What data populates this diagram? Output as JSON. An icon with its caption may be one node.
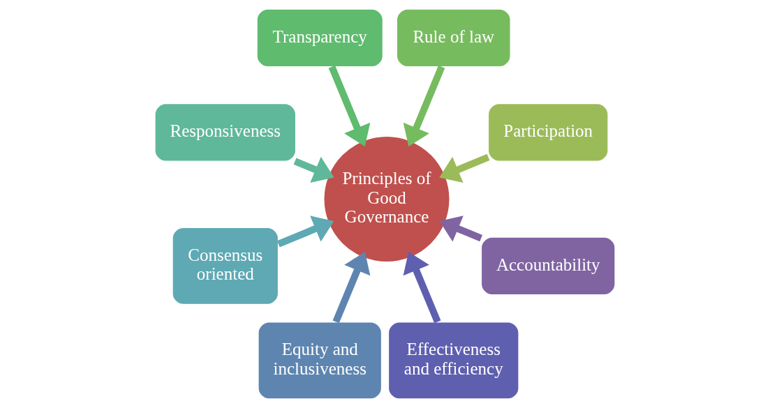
{
  "diagram": {
    "nodes": [
      {
        "text": [
          "Participation"
        ]
      },
      {
        "text": [
          "Rule of law"
        ]
      },
      {
        "text": [
          "Transparency"
        ]
      },
      {
        "text": [
          "Responsiveness"
        ]
      },
      {
        "text": [
          "Consensus oriented"
        ]
      },
      {
        "text": [
          "Equity and inclusiveness"
        ]
      },
      {
        "text": [
          "Effectiveness and efficiency"
        ]
      },
      {
        "text": [
          "Accountability"
        ]
      },
      {
        "text": [
          "Principles of Good Governance"
        ]
      }
    ],
    "edges": [
      {
        "from": 0,
        "to": 8,
        "arrow": "to",
        "color": "#9bbb59"
      },
      {
        "from": 1,
        "to": 8,
        "arrow": "to",
        "color": "#77bb5f"
      },
      {
        "from": 2,
        "to": 8,
        "arrow": "to",
        "color": "#5fbb6e"
      },
      {
        "from": 3,
        "to": 8,
        "arrow": "to",
        "color": "#5fb89a"
      },
      {
        "from": 4,
        "to": 8,
        "arrow": "to",
        "color": "#5ea9b4"
      },
      {
        "from": 5,
        "to": 8,
        "arrow": "to",
        "color": "#5e85b0"
      },
      {
        "from": 6,
        "to": 8,
        "arrow": "to",
        "color": "#5f5fb0"
      },
      {
        "from": 7,
        "to": 8,
        "arrow": "to",
        "color": "#8064a2"
      }
    ]
  }
}
